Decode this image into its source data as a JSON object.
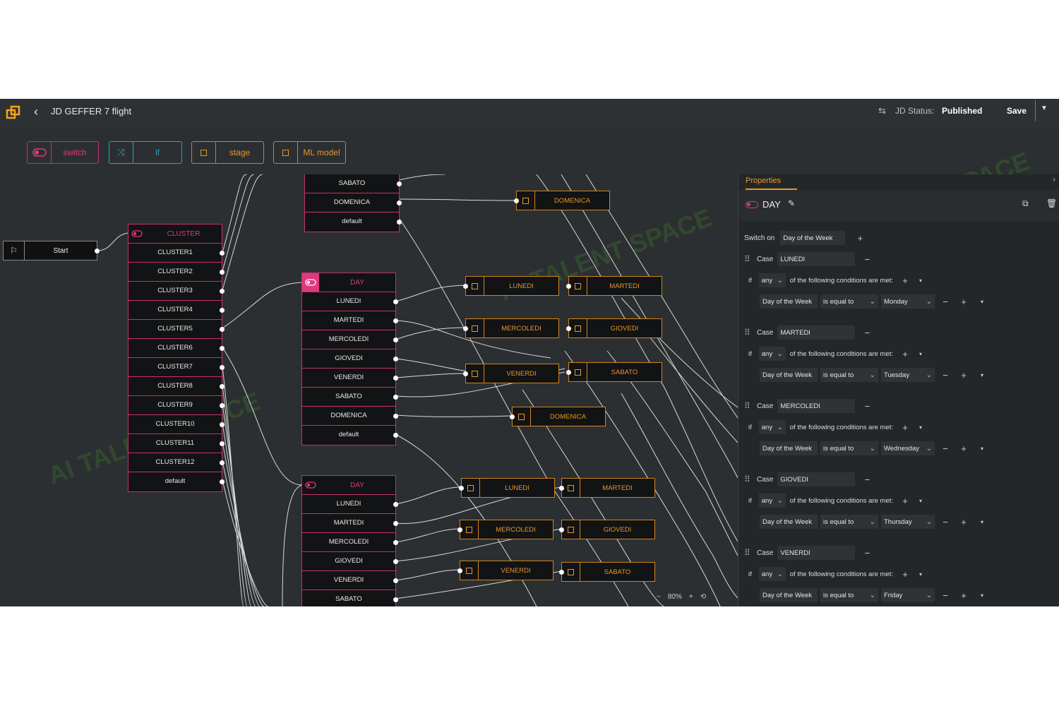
{
  "topbar": {
    "title": "JD GEFFER 7 flight",
    "status_label": "JD Status:",
    "status_value": "Published",
    "save_label": "Save"
  },
  "palette": [
    {
      "label": "switch",
      "color": "#c7306e"
    },
    {
      "label": "if",
      "color": "#2aa3c9"
    },
    {
      "label": "stage",
      "color": "#d0841a"
    },
    {
      "label": "ML model",
      "color": "#d0841a"
    }
  ],
  "nodes": {
    "start": {
      "label": "Start"
    },
    "cluster": {
      "title": "CLUSTER",
      "rows": [
        "CLUSTER1",
        "CLUSTER2",
        "CLUSTER3",
        "CLUSTER4",
        "CLUSTER5",
        "CLUSTER6",
        "CLUSTER7",
        "CLUSTER8",
        "CLUSTER9",
        "CLUSTER10",
        "CLUSTER11",
        "CLUSTER12",
        "default"
      ]
    },
    "top_partial": {
      "rows": [
        "SABATO",
        "DOMENICA",
        "default"
      ]
    },
    "day1": {
      "title": "DAY",
      "rows": [
        "LUNEDI",
        "MARTEDI",
        "MERCOLEDI",
        "GIOVEDI",
        "VENERDI",
        "SABATO",
        "DOMENICA",
        "default"
      ]
    },
    "day2": {
      "title": "DAY",
      "rows": [
        "LUNEDI",
        "MARTEDI",
        "MERCOLEDI",
        "GIOVEDI",
        "VENERDI",
        "SABATO"
      ]
    },
    "stages": [
      "DOMENICA",
      "LUNEDI",
      "MARTEDI",
      "MERCOLEDI",
      "GIOVEDI",
      "VENERDI",
      "SABATO",
      "DOMENICA",
      "LUNEDI",
      "MARTEDI",
      "MERCOLEDI",
      "GIOVEDI",
      "VENERDI",
      "SABATO"
    ]
  },
  "zoom": {
    "minus": "−",
    "level": "80%",
    "plus": "+"
  },
  "properties": {
    "tab": "Properties",
    "title": "DAY",
    "switch_on_label": "Switch on",
    "switch_on_value": "Day of the Week",
    "cases": [
      {
        "case_label": "Case",
        "value": "LUNEDI",
        "if": "if",
        "any": "any",
        "cond_text": "of the following conditions are met:",
        "field": "Day of the Week",
        "op": "is equal to",
        "day": "Monday"
      },
      {
        "case_label": "Case",
        "value": "MARTEDI",
        "if": "if",
        "any": "any",
        "cond_text": "of the following conditions are met:",
        "field": "Day of the Week",
        "op": "is equal to",
        "day": "Tuesday"
      },
      {
        "case_label": "Case",
        "value": "MERCOLEDI",
        "if": "if",
        "any": "any",
        "cond_text": "of the following conditions are met:",
        "field": "Day of the Week",
        "op": "is equal to",
        "day": "Wednesday"
      },
      {
        "case_label": "Case",
        "value": "GIOVEDI",
        "if": "if",
        "any": "any",
        "cond_text": "of the following conditions are met:",
        "field": "Day of the Week",
        "op": "is equal to",
        "day": "Thursday"
      },
      {
        "case_label": "Case",
        "value": "VENERDI",
        "if": "if",
        "any": "any",
        "cond_text": "of the following conditions are met:",
        "field": "Day of the Week",
        "op": "is equal to",
        "day": "Friday"
      }
    ]
  },
  "watermark": "AI TALENT SPACE",
  "colors": {
    "switch": "#c7306e",
    "stage": "#d0841a",
    "if": "#2aa3c9",
    "accent": "#e7962a",
    "chat": "#f2a41e"
  }
}
